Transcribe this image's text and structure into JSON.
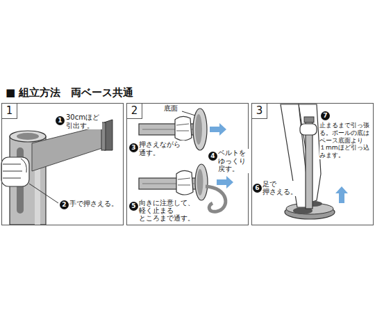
{
  "diagram": {
    "title": "■ 組立方法　両ベース共通",
    "nodes": [
      {
        "text": [
          "1"
        ]
      },
      {
        "text": [
          "2"
        ]
      },
      {
        "text": [
          "3"
        ]
      }
    ],
    "labels": [
      "1",
      "30cmほど 引出す。",
      "2",
      "手で押さえる。",
      "底面",
      "3",
      "押さえながら 通す。",
      "4",
      "ベルトを ゆっくり 戻す。",
      "5",
      "向きに注意して、 軽く止まる ところまで通す。",
      "6",
      "足で 押さえる。",
      "7",
      "止まるまで引っ張 る。ポールの底は ベース底面より １mmほど引っ込 みます。"
    ]
  }
}
